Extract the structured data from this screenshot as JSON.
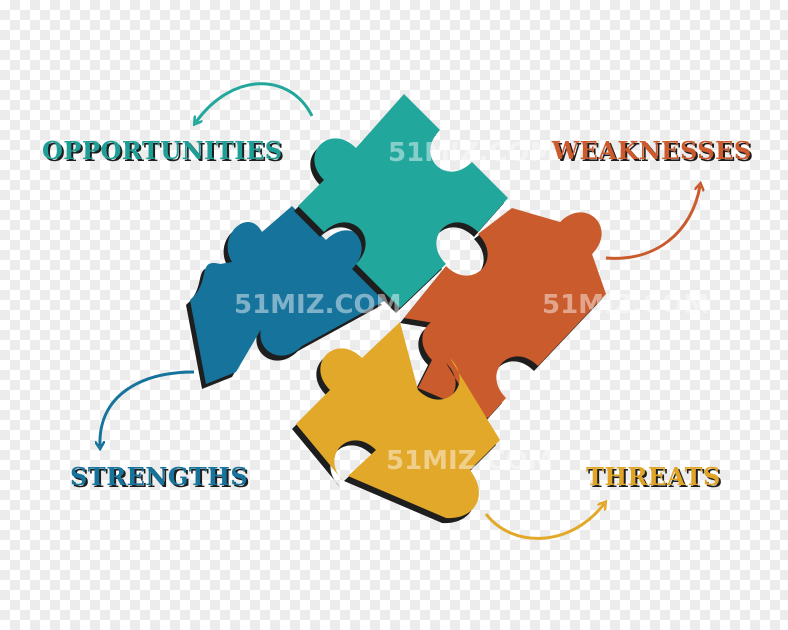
{
  "labels": {
    "opportunities": "OPPORTUNITIES",
    "weaknesses": "WEAKNESSES",
    "strengths": "STRENGTHS",
    "threats": "THREATS"
  },
  "watermark": "51MIZ.COM",
  "colors": {
    "teal": "#22a79d",
    "orange": "#ca5b2c",
    "blue": "#16739c",
    "yellow": "#e2a829",
    "shadow": "#1e1e1e"
  },
  "icons": {
    "piece_shape": "jigsaw-puzzle-piece",
    "arrow_shape": "curved-arrow"
  }
}
